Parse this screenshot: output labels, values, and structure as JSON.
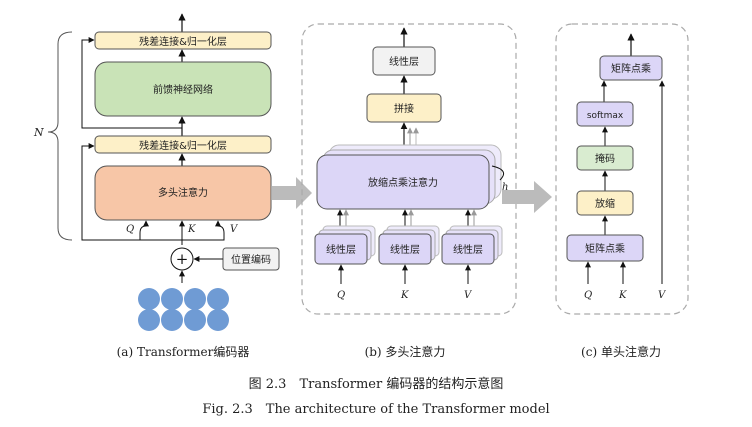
{
  "panel_a": {
    "top_addnorm": "残差连接&归一化层",
    "ffn": "前馈神经网络",
    "mid_addnorm": "残差连接&归一化层",
    "mha": "多头注意力",
    "q": "Q",
    "k": "K",
    "v": "V",
    "posenc": "位置编码",
    "plus": "+",
    "n_label": "N",
    "caption": "(a) Transformer编码器"
  },
  "panel_b": {
    "linear_top": "线性层",
    "concat": "拼接",
    "scaled_dot": "放缩点乘注意力",
    "h_label": "h",
    "linear_q": "线性层",
    "linear_k": "线性层",
    "linear_v": "线性层",
    "q": "Q",
    "k": "K",
    "v": "V",
    "caption": "(b) 多头注意力"
  },
  "panel_c": {
    "matmul_top": "矩阵点乘",
    "softmax": "softmax",
    "mask": "掩码",
    "scale": "放缩",
    "matmul_bottom": "矩阵点乘",
    "q": "Q",
    "k": "K",
    "v": "V",
    "caption": "(c) 单头注意力"
  },
  "figure": {
    "caption_cn": "图 2.3　Transformer 编码器的结构示意图",
    "caption_en": "Fig. 2.3　The architecture of the Transformer model"
  },
  "colors": {
    "addnorm": "#fdf0c8",
    "ffn": "#c9e3b7",
    "mha": "#f7c6a7",
    "attn": "#dcd6f7",
    "scale": "#fdf0c8",
    "mask": "#d9ecd0",
    "token": "#6f9bd4"
  }
}
